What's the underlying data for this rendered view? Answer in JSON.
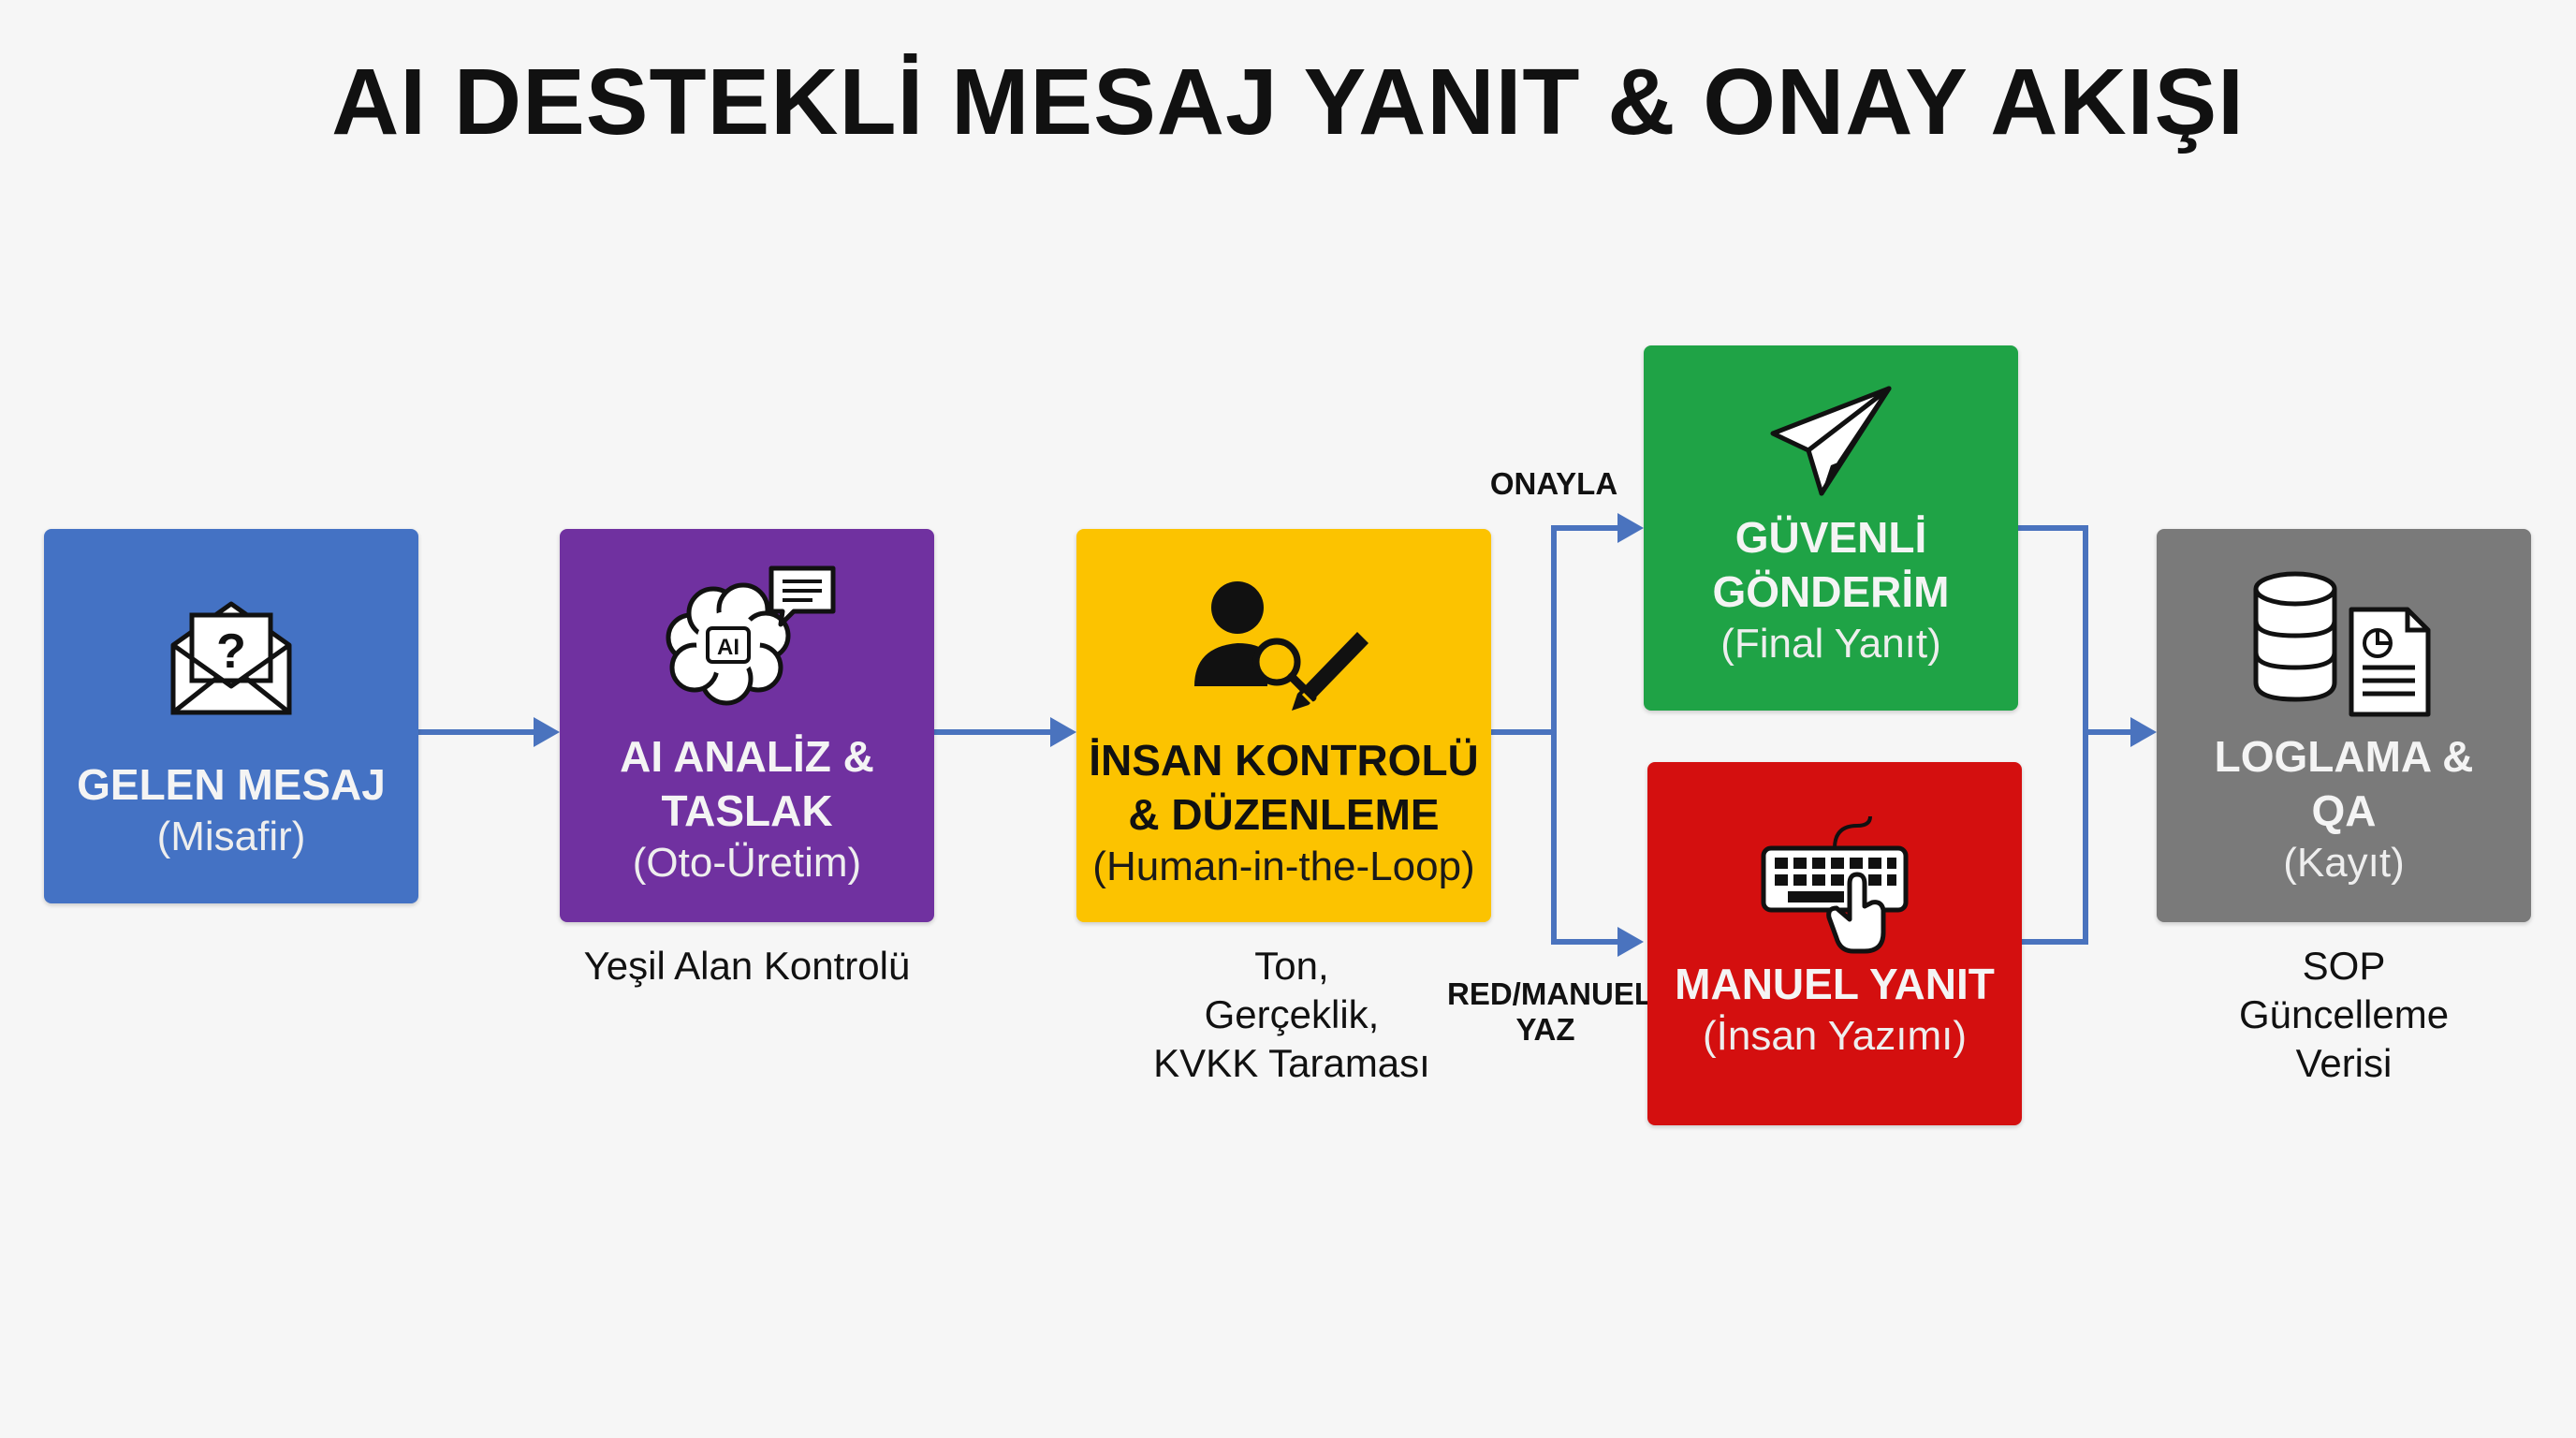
{
  "title": "AI DESTEKLİ MESAJ YANIT & ONAY AKIŞI",
  "colors": {
    "incoming": "#4472c4",
    "ai": "#7031a0",
    "human": "#fcc300",
    "send": "#1fa346",
    "manual": "#d40f0f",
    "log": "#7a7a7a",
    "connector": "#4a73be"
  },
  "nodes": {
    "incoming": {
      "title": "GELEN MESAJ",
      "subtitle": "(Misafir)",
      "icon": "envelope-question-icon"
    },
    "ai": {
      "title": "AI ANALİZ &\nTASLAK",
      "subtitle": "(Oto-Üretim)",
      "icon": "ai-brain-chat-icon",
      "note": "Yeşil Alan Kontrolü"
    },
    "human": {
      "title": "İNSAN KONTROLÜ\n& DÜZENLEME",
      "subtitle": "(Human-in-the-Loop)",
      "icon": "person-search-pen-icon",
      "note": "Ton,\nGerçeklik,\nKVKK Taraması"
    },
    "send": {
      "title": "GÜVENLİ\nGÖNDERİM",
      "subtitle": "(Final Yanıt)",
      "icon": "paper-plane-icon"
    },
    "manual": {
      "title": "MANUEL YANIT",
      "subtitle": "(İnsan Yazımı)",
      "icon": "keyboard-hand-icon"
    },
    "log": {
      "title": "LOGLAMA &\nQA",
      "subtitle": "(Kayıt)",
      "icon": "database-report-icon",
      "note": "SOP\nGüncelleme\nVerisi"
    }
  },
  "branches": {
    "approve": "ONAYLA",
    "reject": "RED/MANUEL\nYAZ"
  }
}
